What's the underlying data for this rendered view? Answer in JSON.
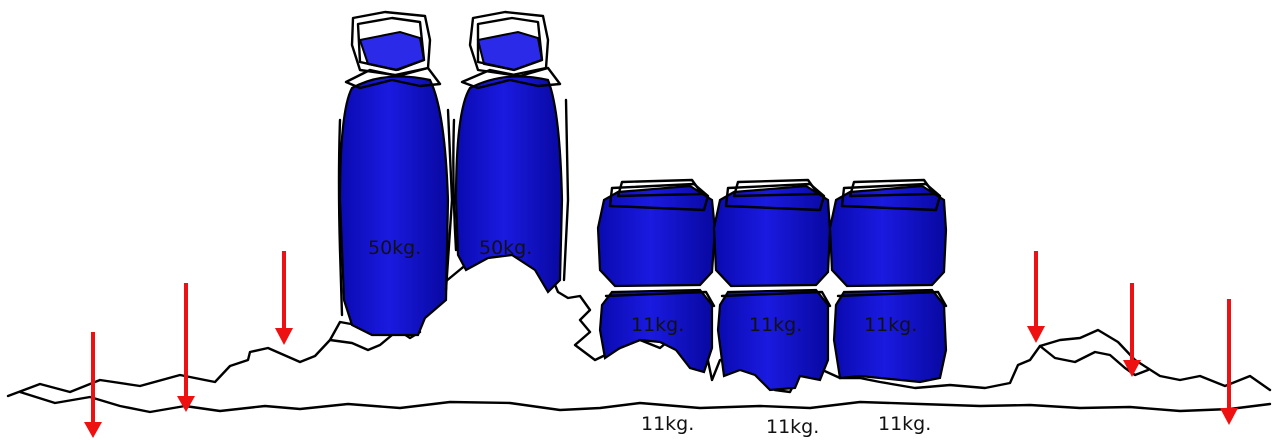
{
  "labels": {
    "tall_cylinder_1": "50kg.",
    "tall_cylinder_2": "50kg.",
    "small_cylinder_1": "11kg.",
    "small_cylinder_2": "11kg.",
    "small_cylinder_3": "11kg.",
    "ground_label_1": "11kg.",
    "ground_label_2": "11kg.",
    "ground_label_3": "11kg."
  },
  "colors": {
    "cylinder_fill": "#1414d2",
    "cylinder_highlight": "#3a3af0",
    "outline": "#000000",
    "arrow": "#ee1111",
    "background": "#ffffff"
  },
  "icons": {
    "arrow": "down-arrow-icon"
  }
}
